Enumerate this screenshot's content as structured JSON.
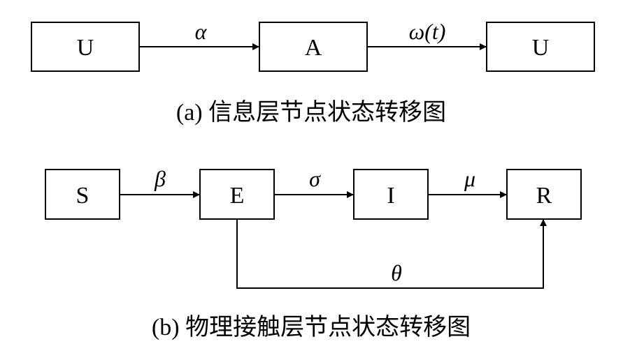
{
  "diagram_a": {
    "nodes": {
      "u1": "U",
      "a": "A",
      "u2": "U"
    },
    "edges": {
      "u1_a": "α",
      "a_u2": "ω(t)"
    },
    "caption": "(a)  信息层节点状态转移图"
  },
  "diagram_b": {
    "nodes": {
      "s": "S",
      "e": "E",
      "i": "I",
      "r": "R"
    },
    "edges": {
      "s_e": "β",
      "e_i": "σ",
      "i_r": "μ",
      "e_r": "θ"
    },
    "caption": "(b)  物理接触层节点状态转移图"
  }
}
